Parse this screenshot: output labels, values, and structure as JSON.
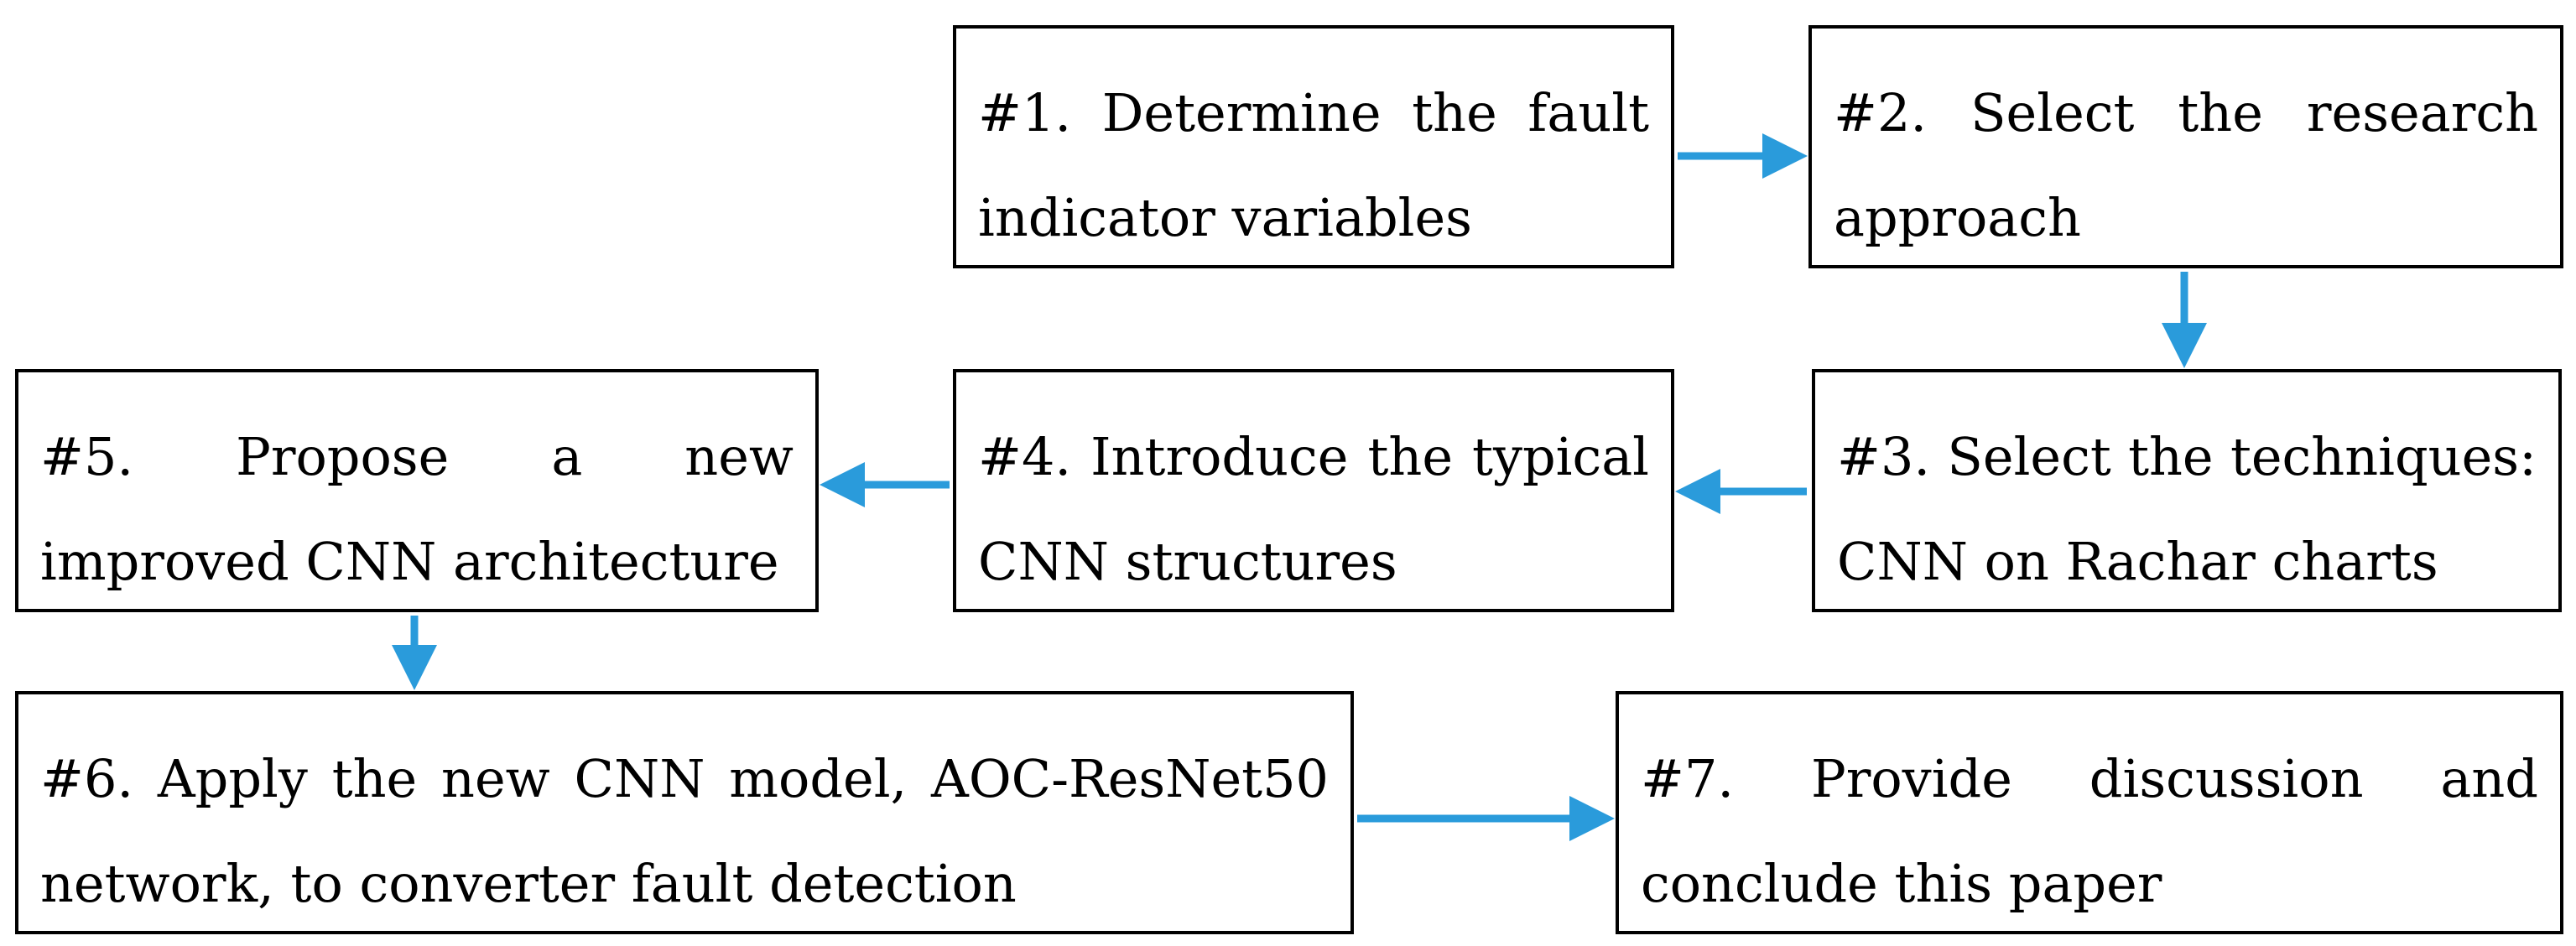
{
  "steps": [
    {
      "id": "1",
      "text": "#1. Determine the fault indicator variables"
    },
    {
      "id": "2",
      "text": "#2. Select the research approach"
    },
    {
      "id": "3",
      "text": "#3. Select the techniques: CNN on Rachar charts"
    },
    {
      "id": "4",
      "text": "#4. Introduce the typical CNN structures"
    },
    {
      "id": "5",
      "text": "#5. Propose a new improved CNN architecture"
    },
    {
      "id": "6",
      "text": "#6. Apply the new CNN model, AOC-ResNet50 network, to converter fault detection"
    },
    {
      "id": "7",
      "text": "#7. Provide discussion and conclude this paper"
    }
  ],
  "colors": {
    "arrow": "#2a9bdb",
    "box_border": "#000000",
    "text": "#000000",
    "background": "#ffffff"
  }
}
